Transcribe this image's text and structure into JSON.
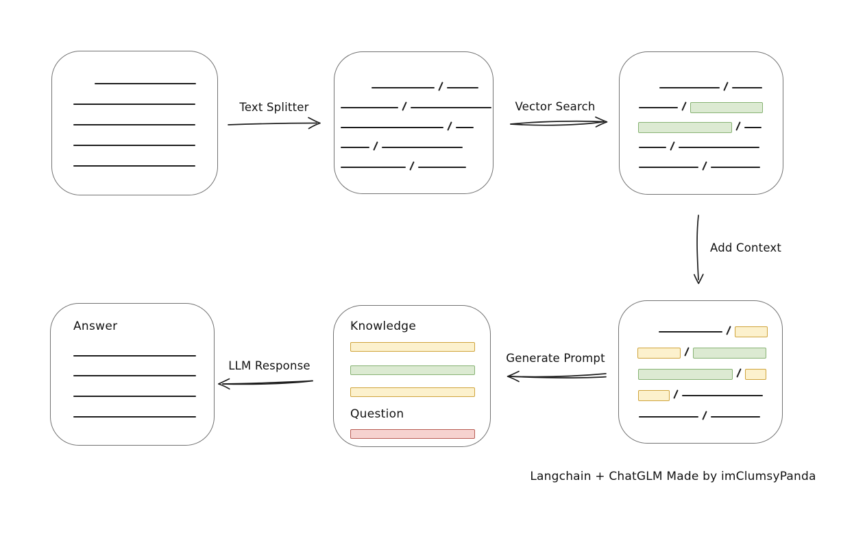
{
  "credit": "Langchain + ChatGLM Made by imClumsyPanda",
  "arrows": {
    "text_splitter": {
      "label": "Text Splitter"
    },
    "vector_search": {
      "label": "Vector Search"
    },
    "add_context": {
      "label": "Add Context"
    },
    "generate_prompt": {
      "label": "Generate Prompt"
    },
    "llm_response": {
      "label": "LLM Response"
    }
  },
  "colors": {
    "green_fill": "#dcead2",
    "green_border": "#86b272",
    "yellow_fill": "#fcf1cd",
    "yellow_border": "#cfa33a",
    "red_fill": "#f6d2cf",
    "red_border": "#b85d55",
    "box_border": "#717171",
    "ink": "#1c1c1c"
  },
  "boxes": {
    "document": {
      "rows": [
        {
          "indent": 31,
          "segs": [
            {
              "t": "line",
              "w": 148
            }
          ]
        },
        {
          "segs": [
            {
              "t": "line",
              "w": 178
            }
          ]
        },
        {
          "segs": [
            {
              "t": "line",
              "w": 178
            }
          ]
        },
        {
          "segs": [
            {
              "t": "line",
              "w": 178
            }
          ]
        },
        {
          "segs": [
            {
              "t": "line",
              "w": 178
            }
          ]
        }
      ]
    },
    "split": {
      "rows": [
        {
          "indent": 45,
          "segs": [
            {
              "t": "line",
              "w": 92
            },
            {
              "t": "slash"
            },
            {
              "t": "line",
              "w": 46
            }
          ]
        },
        {
          "segs": [
            {
              "t": "line",
              "w": 84
            },
            {
              "t": "slash"
            },
            {
              "t": "line",
              "w": 118
            }
          ]
        },
        {
          "segs": [
            {
              "t": "line",
              "w": 150
            },
            {
              "t": "slash"
            },
            {
              "t": "line",
              "w": 26
            }
          ]
        },
        {
          "segs": [
            {
              "t": "line",
              "w": 42
            },
            {
              "t": "slash"
            },
            {
              "t": "line",
              "w": 118
            }
          ]
        },
        {
          "segs": [
            {
              "t": "line",
              "w": 95
            },
            {
              "t": "slash"
            },
            {
              "t": "line",
              "w": 70
            }
          ]
        }
      ]
    },
    "matched": {
      "rows": [
        {
          "indent": 49,
          "segs": [
            {
              "t": "line",
              "w": 88
            },
            {
              "t": "slash"
            },
            {
              "t": "line",
              "w": 44
            }
          ]
        },
        {
          "indent": 19,
          "segs": [
            {
              "t": "line",
              "w": 57
            },
            {
              "t": "slash"
            },
            {
              "t": "chunk",
              "c": "green",
              "w": 106
            }
          ]
        },
        {
          "indent": 18,
          "segs": [
            {
              "t": "chunk",
              "c": "green",
              "w": 137
            },
            {
              "t": "slash"
            },
            {
              "t": "line",
              "w": 25
            }
          ]
        },
        {
          "indent": 19,
          "segs": [
            {
              "t": "line",
              "w": 40
            },
            {
              "t": "slash"
            },
            {
              "t": "line",
              "w": 118
            }
          ]
        },
        {
          "indent": 19,
          "segs": [
            {
              "t": "line",
              "w": 87
            },
            {
              "t": "slash"
            },
            {
              "t": "line",
              "w": 72
            }
          ]
        }
      ]
    },
    "context": {
      "rows": [
        {
          "indent": 49,
          "segs": [
            {
              "t": "line",
              "w": 93
            },
            {
              "t": "slash"
            },
            {
              "t": "chunk",
              "c": "yellow",
              "w": 48
            }
          ]
        },
        {
          "indent": 18,
          "segs": [
            {
              "t": "chunk",
              "c": "yellow",
              "w": 63
            },
            {
              "t": "slash"
            },
            {
              "t": "chunk",
              "c": "green",
              "w": 107
            }
          ]
        },
        {
          "indent": 19,
          "segs": [
            {
              "t": "chunk",
              "c": "green",
              "w": 138
            },
            {
              "t": "slash"
            },
            {
              "t": "chunk",
              "c": "yellow",
              "w": 31
            }
          ]
        },
        {
          "indent": 19,
          "segs": [
            {
              "t": "chunk",
              "c": "yellow",
              "w": 46
            },
            {
              "t": "slash"
            },
            {
              "t": "line",
              "w": 118
            }
          ]
        },
        {
          "indent": 20,
          "segs": [
            {
              "t": "line",
              "w": 87
            },
            {
              "t": "slash"
            },
            {
              "t": "line",
              "w": 72
            }
          ]
        }
      ]
    },
    "prompt": {
      "rows": [
        {
          "label": true,
          "segs": [
            {
              "t": "label",
              "text": "Knowledge"
            }
          ]
        },
        {
          "mt": 9,
          "segs": [
            {
              "t": "chunk",
              "c": "yellow",
              "w": 182,
              "h": 14
            }
          ]
        },
        {
          "mt": 16,
          "segs": [
            {
              "t": "chunk",
              "c": "green",
              "w": 182,
              "h": 14
            }
          ]
        },
        {
          "mt": 14,
          "segs": [
            {
              "t": "chunk",
              "c": "yellow",
              "w": 182,
              "h": 14
            }
          ]
        },
        {
          "label": true,
          "mt": 11,
          "segs": [
            {
              "t": "label",
              "text": "Question"
            }
          ]
        },
        {
          "mt": 8,
          "segs": [
            {
              "t": "chunk",
              "c": "red",
              "w": 182,
              "h": 14
            }
          ]
        }
      ]
    },
    "answer": {
      "rows": [
        {
          "label": true,
          "segs": [
            {
              "t": "label",
              "text": "Answer"
            }
          ]
        },
        {
          "mt": 22,
          "segs": [
            {
              "t": "line",
              "w": 179
            }
          ]
        },
        {
          "mt": 11,
          "segs": [
            {
              "t": "line",
              "w": 179
            }
          ]
        },
        {
          "mt": 12,
          "segs": [
            {
              "t": "line",
              "w": 179
            }
          ]
        },
        {
          "mt": 12,
          "segs": [
            {
              "t": "line",
              "w": 179
            }
          ]
        }
      ]
    }
  }
}
